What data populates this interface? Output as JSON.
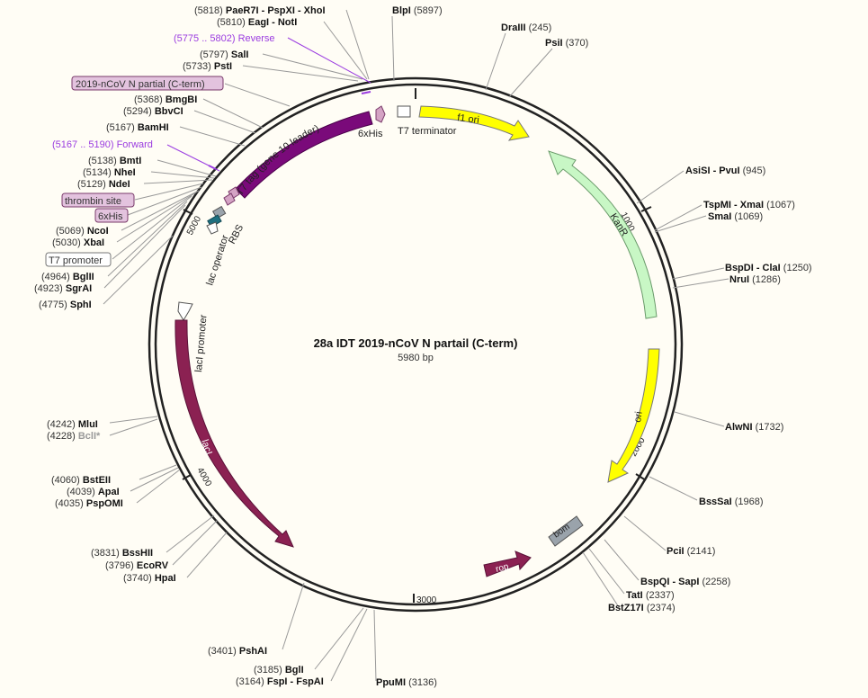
{
  "title": "28a IDT 2019-nCoV N partail (C-term)",
  "size_label": "5980 bp",
  "tick_labels": [
    "1000",
    "2000",
    "3000",
    "4000",
    "5000"
  ],
  "features": {
    "f1_ori": "f1 ori",
    "kanr": "KanR",
    "ori": "ori",
    "bom": "bom",
    "rop": "rop",
    "laci": "lacI",
    "laci_promoter": "lacI promoter",
    "t7_tag": "T7 tag (gene 10 leader)",
    "his_6x": "6xHis",
    "t7_terminator": "T7 terminator",
    "rbs": "RBS",
    "lac_operator": "lac operator"
  },
  "sites": {
    "paer7i": {
      "pos": "(5818)",
      "name": "PaeR7I - PspXI - XhoI"
    },
    "eagi": {
      "pos": "(5810)",
      "name": "EagI - NotI"
    },
    "reverse": {
      "pos": "(5775 .. 5802)",
      "name": "Reverse"
    },
    "sali": {
      "pos": "(5797)",
      "name": "SalI"
    },
    "psti": {
      "pos": "(5733)",
      "name": "PstI"
    },
    "ncov": {
      "name": "2019-nCoV N partial (C-term)"
    },
    "bmgbi": {
      "pos": "(5368)",
      "name": "BmgBI"
    },
    "bbvci": {
      "pos": "(5294)",
      "name": "BbvCI"
    },
    "bamhi": {
      "pos": "(5167)",
      "name": "BamHI"
    },
    "forward": {
      "pos": "(5167 .. 5190)",
      "name": "Forward"
    },
    "bmti": {
      "pos": "(5138)",
      "name": "BmtI"
    },
    "nhei": {
      "pos": "(5134)",
      "name": "NheI"
    },
    "ndei": {
      "pos": "(5129)",
      "name": "NdeI"
    },
    "thrombin": {
      "name": "thrombin site"
    },
    "his6x": {
      "name": "6xHis"
    },
    "ncoi": {
      "pos": "(5069)",
      "name": "NcoI"
    },
    "xbai": {
      "pos": "(5030)",
      "name": "XbaI"
    },
    "t7prom": {
      "name": "T7 promoter"
    },
    "bglii": {
      "pos": "(4964)",
      "name": "BglII"
    },
    "sgrai": {
      "pos": "(4923)",
      "name": "SgrAI"
    },
    "sphi": {
      "pos": "(4775)",
      "name": "SphI"
    },
    "mlui": {
      "pos": "(4242)",
      "name": "MluI"
    },
    "bcli": {
      "pos": "(4228)",
      "name": "BclI*"
    },
    "bsteii": {
      "pos": "(4060)",
      "name": "BstEII"
    },
    "apai": {
      "pos": "(4039)",
      "name": "ApaI"
    },
    "pspomi": {
      "pos": "(4035)",
      "name": "PspOMI"
    },
    "bsshii": {
      "pos": "(3831)",
      "name": "BssHII"
    },
    "ecorv": {
      "pos": "(3796)",
      "name": "EcoRV"
    },
    "hpai": {
      "pos": "(3740)",
      "name": "HpaI"
    },
    "pshai": {
      "pos": "(3401)",
      "name": "PshAI"
    },
    "bgli": {
      "pos": "(3185)",
      "name": "BglI"
    },
    "fspi": {
      "pos": "(3164)",
      "name": "FspI - FspAI"
    },
    "blpi": {
      "name": "BlpI",
      "pos": "(5897)"
    },
    "draiii": {
      "name": "DraIII",
      "pos": "(245)"
    },
    "psii": {
      "name": "PsiI",
      "pos": "(370)"
    },
    "asisi": {
      "name": "AsiSI - PvuI",
      "pos": "(945)"
    },
    "tspmi": {
      "name": "TspMI - XmaI",
      "pos": "(1067)"
    },
    "smai": {
      "name": "SmaI",
      "pos": "(1069)"
    },
    "bspdi": {
      "name": "BspDI - ClaI",
      "pos": "(1250)"
    },
    "nrui": {
      "name": "NruI",
      "pos": "(1286)"
    },
    "alwni": {
      "name": "AlwNI",
      "pos": "(1732)"
    },
    "bsssai": {
      "name": "BssSaI",
      "pos": "(1968)"
    },
    "pcii": {
      "name": "PciI",
      "pos": "(2141)"
    },
    "bspqi": {
      "name": "BspQI - SapI",
      "pos": "(2258)"
    },
    "tati": {
      "name": "TatI",
      "pos": "(2337)"
    },
    "bstz17i": {
      "name": "BstZ17I",
      "pos": "(2374)"
    },
    "ppumi": {
      "name": "PpuMI",
      "pos": "(3136)"
    }
  },
  "colors": {
    "f1_ori": "#ffff00",
    "kanr": "#c8f7c5",
    "ori": "#ffff00",
    "bom": "#9aa3ab",
    "rop": "#8b2152",
    "laci": "#8b2152",
    "t7_tag": "#7a0a7a",
    "primer": "#9b3ce0"
  }
}
